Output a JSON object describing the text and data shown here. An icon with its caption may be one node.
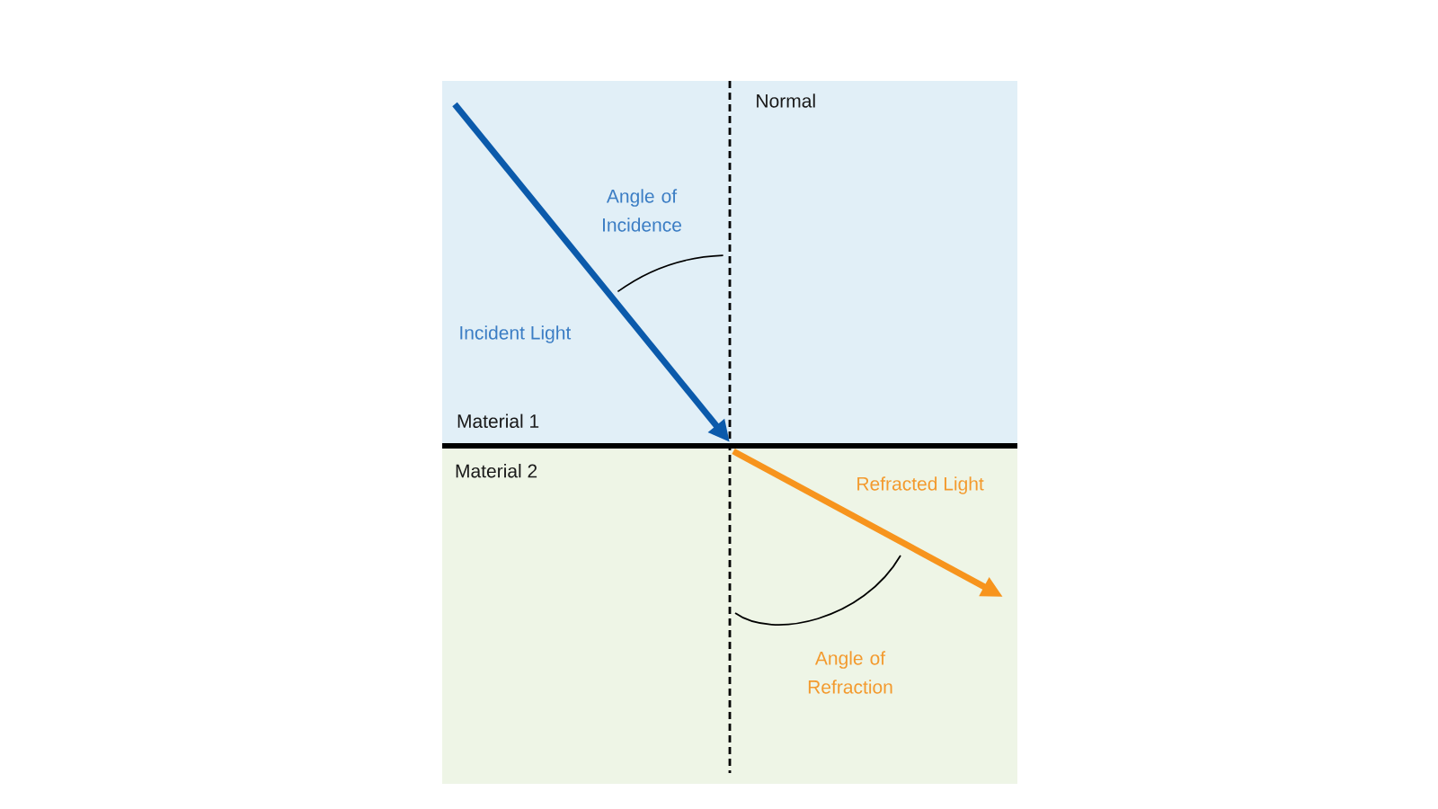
{
  "diagram": {
    "nodes": [
      {
        "text": [
          "Material 1"
        ]
      },
      {
        "text": [
          "Material 2"
        ]
      }
    ],
    "labels": [
      "Normal",
      "Angle of Incidence",
      "Incident Light",
      "Refracted Light",
      "Angle of Refraction"
    ]
  }
}
